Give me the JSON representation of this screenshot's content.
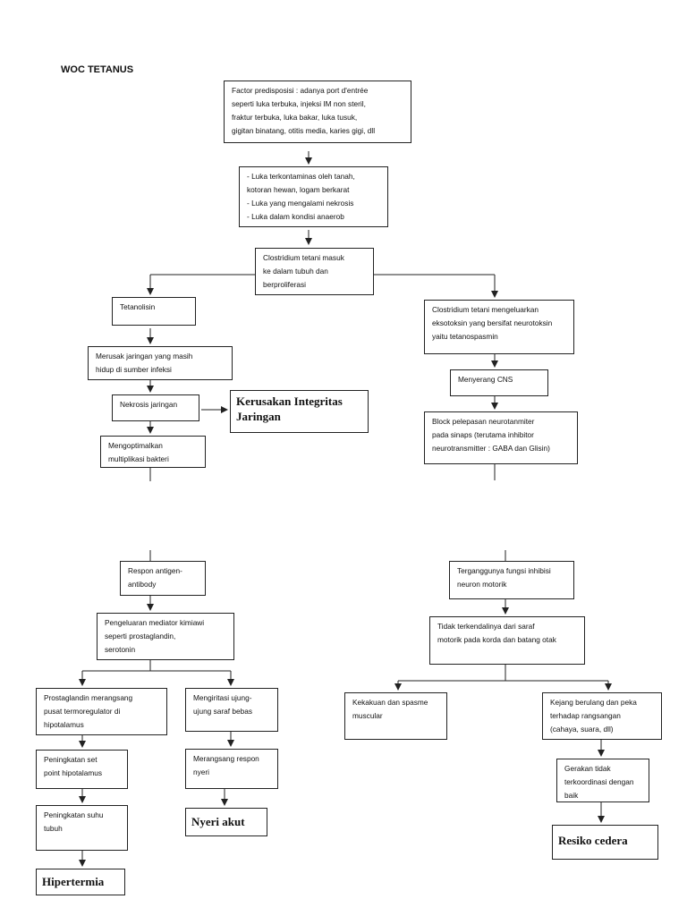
{
  "title": "WOC TETANUS",
  "nodes": {
    "factor": "Factor predisposisi : adanya port d'entrée\nseperti luka terbuka, injeksi IM non steril,\nfraktur terbuka, luka bakar, luka tusuk,\ngigitan binatang, otitis media, karies gigi, dll",
    "luka": "-  Luka terkontaminas oleh tanah,\n    kotoran hewan, logam berkarat\n-  Luka yang mengalami nekrosis\n-  Luka dalam kondisi anaerob",
    "clostridium_masuk": "Clostridium tetani masuk\nke dalam tubuh dan\nberproliferasi",
    "tetanolisin": "Tetanolisin",
    "merusak": "Merusak jaringan yang masih\nhidup di sumber infeksi",
    "nekrosis": "Nekrosis jaringan",
    "kerusakan": "Kerusakan Integritas\nJaringan",
    "mengoptimalkan": "Mengoptimalkan\nmultiplikasi bakteri",
    "eksotoksin": "Clostridium tetani mengeluarkan\neksotoksin yang bersifat neurotoksin\nyaitu tetanospasmin",
    "menyerang": "Menyerang CNS",
    "block": "Block pelepasan neurotanmiter\npada sinaps (terutama inhibitor\nneurotransmitter : GABA dan Glisin)",
    "respon": "Respon antigen-\nantibody",
    "pengeluaran": "Pengeluaran mediator kimiawi\nseperti prostaglandin,\nserotonin",
    "prostaglandin": "Prostaglandin  merangsang\npusat termoregulator di\nhipotalamus",
    "peningkatan_set": "Peningkatan set\npoint hipotalamus",
    "peningkatan_suhu": "Peningkatan suhu\ntubuh",
    "hipertermia": "Hipertermia",
    "mengiritasi": "Mengiritasi ujung-\nujung saraf bebas",
    "merangsang": "Merangsang respon\nnyeri",
    "nyeri": "Nyeri akut",
    "terganggunya": "Terganggunya fungsi inhibisi\nneuron motorik",
    "tidak_terkendali": "Tidak terkendalinya dari saraf\nmotorik pada korda dan batang otak",
    "kekakuan": "Kekakuan dan spasme\nmuscular",
    "kejang": "Kejang berulang  dan peka\nterhadap rangsangan\n(cahaya, suara, dll)",
    "gerakan": "Gerakan tidak\nterkoordinasi dengan\nbaik",
    "resiko": "Resiko cedera"
  }
}
